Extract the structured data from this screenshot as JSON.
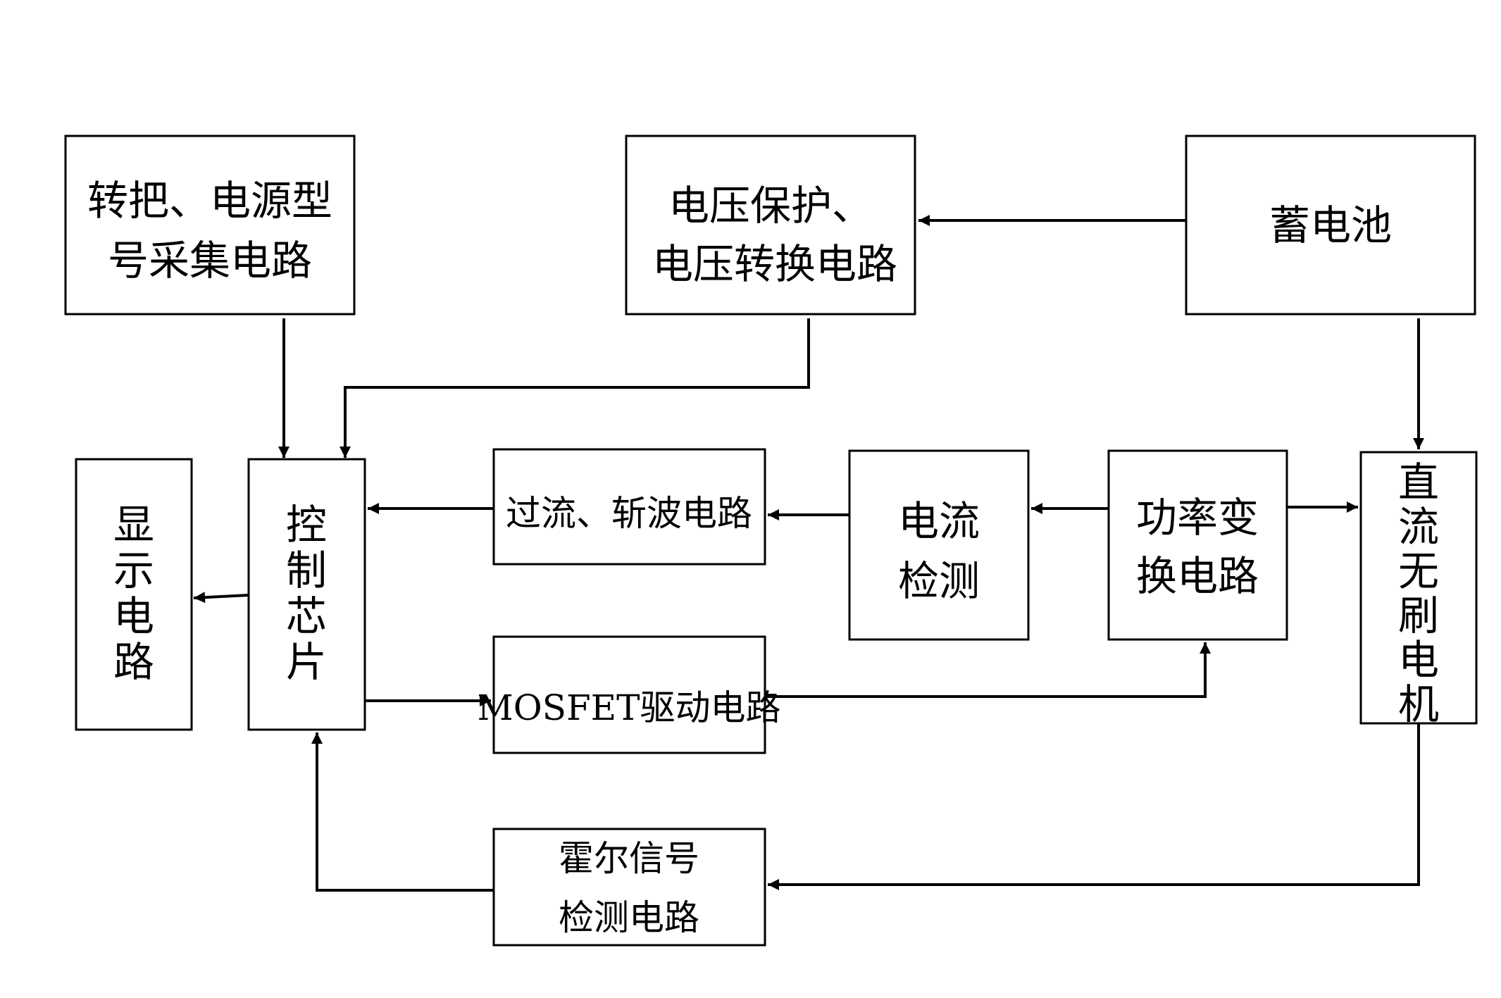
{
  "blocks": {
    "throttle": {
      "line1": "转把、电源型",
      "line2": "号采集电路"
    },
    "voltage": {
      "line1": "电压保护、",
      "line2": "电压转换电路"
    },
    "battery": {
      "label": "蓄电池"
    },
    "display": {
      "chars": [
        "显",
        "示",
        "电",
        "路"
      ]
    },
    "control": {
      "chars": [
        "控",
        "制",
        "芯",
        "片"
      ]
    },
    "overcurrent": {
      "label": "过流、斩波电路"
    },
    "current": {
      "line1": "电流",
      "line2": "检测"
    },
    "power": {
      "line1": "功率变",
      "line2": "换电路"
    },
    "motor": {
      "chars": [
        "直",
        "流",
        "无",
        "刷",
        "电",
        "机"
      ]
    },
    "mosfet": {
      "label": "MOSFET驱动电路"
    },
    "hall": {
      "line1": "霍尔信号",
      "line2": "检测电路"
    }
  }
}
